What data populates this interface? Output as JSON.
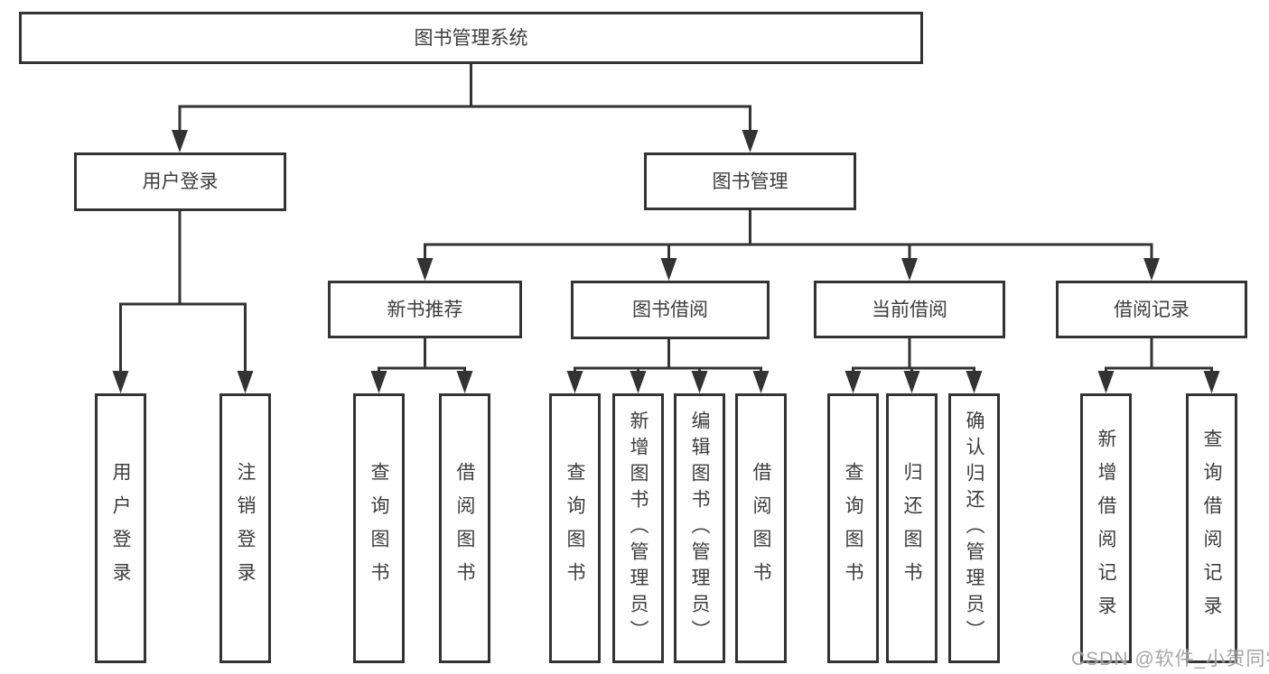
{
  "diagram": {
    "type": "hierarchy-tree",
    "nodes": [
      {
        "id": "root",
        "label": "图书管理系统",
        "parent": null
      },
      {
        "id": "user-login",
        "label": "用户登录",
        "parent": "root"
      },
      {
        "id": "book-mgmt",
        "label": "图书管理",
        "parent": "root"
      },
      {
        "id": "new-book-rec",
        "label": "新书推荐",
        "parent": "book-mgmt"
      },
      {
        "id": "book-borrow",
        "label": "图书借阅",
        "parent": "book-mgmt"
      },
      {
        "id": "current-borrow",
        "label": "当前借阅",
        "parent": "book-mgmt"
      },
      {
        "id": "borrow-records",
        "label": "借阅记录",
        "parent": "book-mgmt"
      },
      {
        "id": "leaf-user-login",
        "label": "用户登录",
        "parent": "user-login"
      },
      {
        "id": "leaf-logout",
        "label": "注销登录",
        "parent": "user-login"
      },
      {
        "id": "leaf-rec-query-books",
        "label": "查询图书",
        "parent": "new-book-rec"
      },
      {
        "id": "leaf-rec-borrow-books",
        "label": "借阅图书",
        "parent": "new-book-rec"
      },
      {
        "id": "leaf-bb-query-books",
        "label": "查询图书",
        "parent": "book-borrow"
      },
      {
        "id": "leaf-bb-add-books",
        "label": "新增图书（管理员）",
        "parent": "book-borrow"
      },
      {
        "id": "leaf-bb-edit-books",
        "label": "编辑图书（管理员）",
        "parent": "book-borrow"
      },
      {
        "id": "leaf-bb-borrow-books",
        "label": "借阅图书",
        "parent": "book-borrow"
      },
      {
        "id": "leaf-cb-query-books",
        "label": "查询图书",
        "parent": "current-borrow"
      },
      {
        "id": "leaf-cb-return-books",
        "label": "归还图书",
        "parent": "current-borrow"
      },
      {
        "id": "leaf-cb-confirm-return",
        "label": "确认归还（管理员）",
        "parent": "current-borrow"
      },
      {
        "id": "leaf-br-add-record",
        "label": "新增借阅记录",
        "parent": "borrow-records"
      },
      {
        "id": "leaf-br-query-record",
        "label": "查询借阅记录",
        "parent": "borrow-records"
      }
    ]
  },
  "watermark": {
    "text": "CSDN @软件_小贺同学"
  },
  "colors": {
    "background": "#ffffff",
    "line": "#333333",
    "box_border": "#333333",
    "text": "#3d3d3d",
    "watermark": "#969696"
  }
}
